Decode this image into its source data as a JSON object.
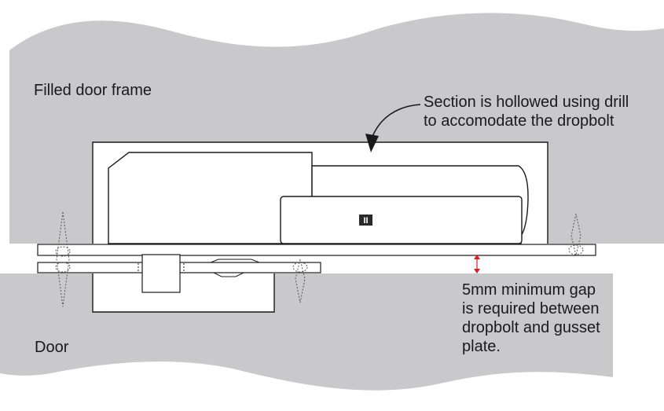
{
  "labels": {
    "frame": "Filled door frame",
    "door": "Door",
    "callout_lines": [
      "Section is hollowed using drill",
      "to accomodate the dropbolt"
    ],
    "gap_note_lines": [
      "5mm minimum gap",
      "is required between",
      "dropbolt and gusset",
      "plate."
    ],
    "dropbolt_badge": "II"
  },
  "colors": {
    "material": "#c9c9cb",
    "outline": "#1a1a1a",
    "gap_arrow": "#d81e2a",
    "background": "#ffffff"
  }
}
